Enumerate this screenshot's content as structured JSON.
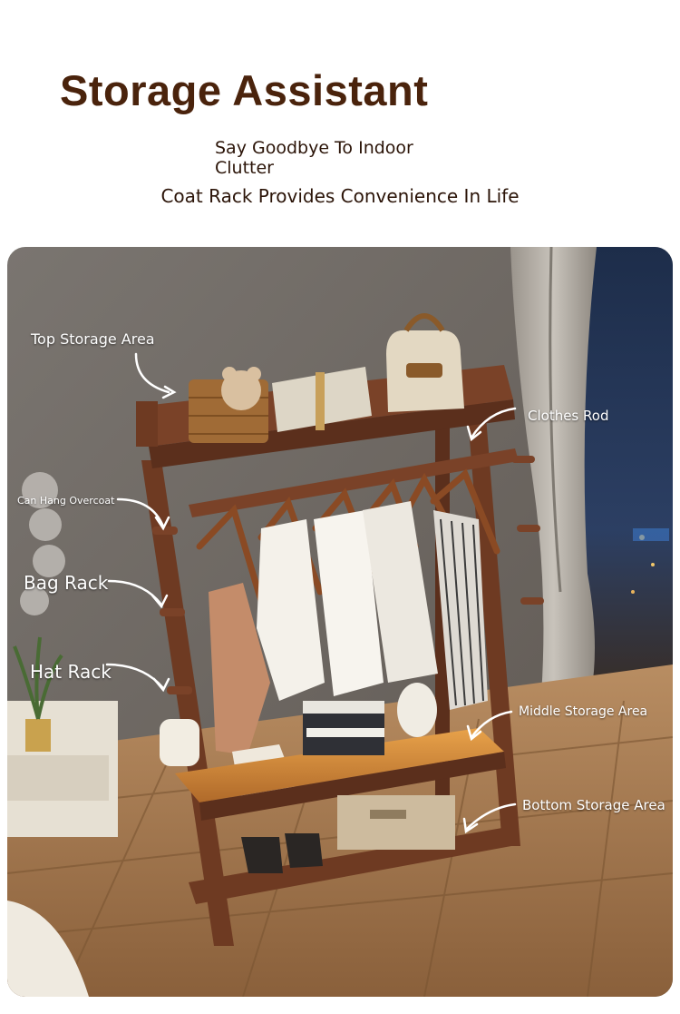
{
  "header": {
    "title": "Storage Assistant",
    "tagline_line1": "Say Goodbye To Indoor",
    "tagline_line2": "Clutter",
    "tagline2": "Coat Rack Provides Convenience In Life"
  },
  "callouts": {
    "top_storage": "Top Storage Area",
    "clothes_rod": "Clothes Rod",
    "overcoat": "Can Hang Overcoat",
    "bag_rack": "Bag Rack",
    "hat_rack": "Hat Rack",
    "middle_storage": "Middle Storage Area",
    "bottom_storage": "Bottom Storage Area"
  },
  "colors": {
    "title": "#4a230c",
    "wood": "#6e3a22",
    "wall": "#6f6a66",
    "floor": "#a77a4f"
  }
}
